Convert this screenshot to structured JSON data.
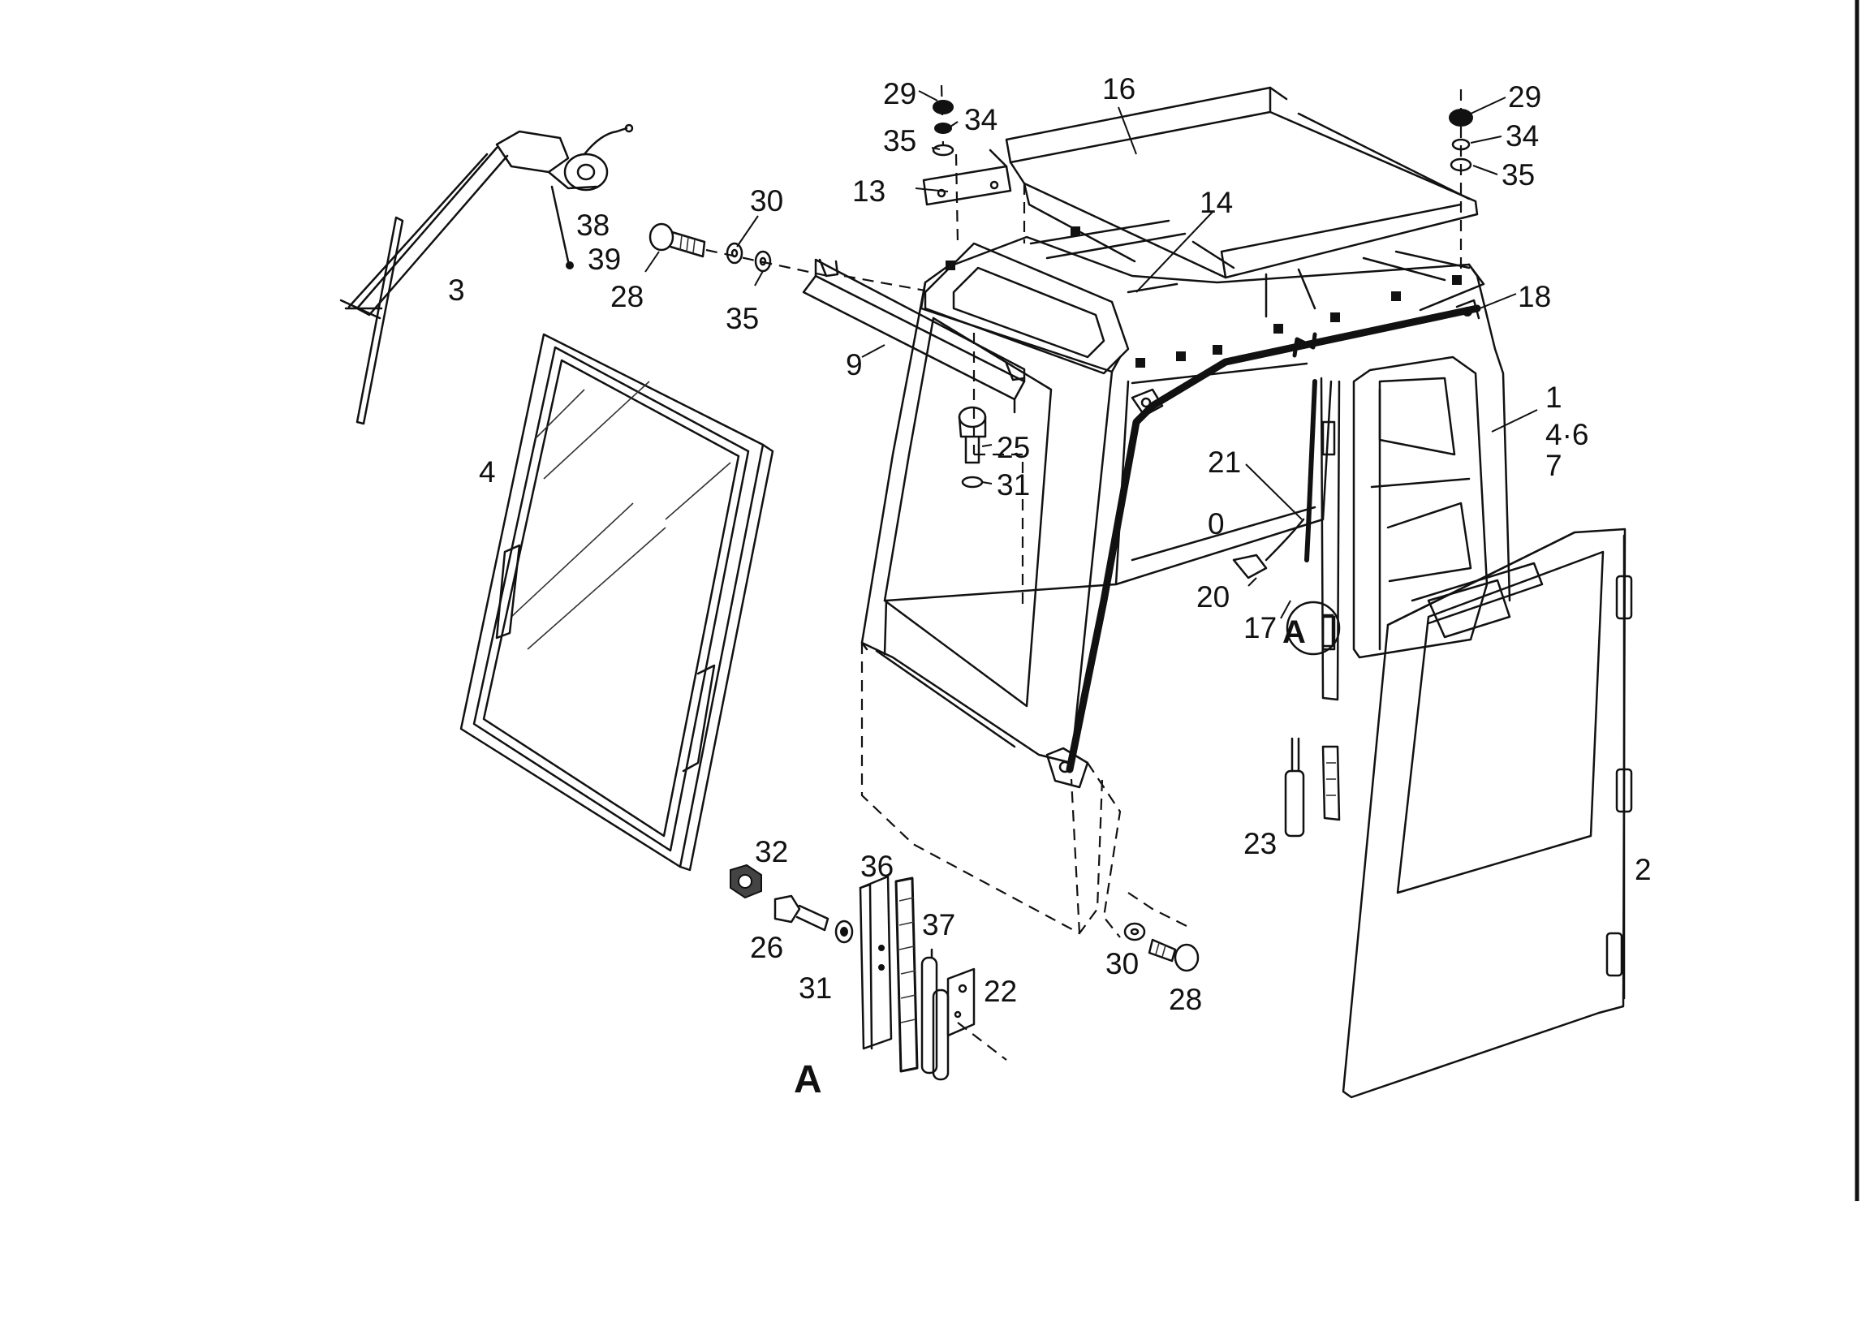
{
  "colors": {
    "ink": "#111111",
    "paper": "#ffffff"
  },
  "detail_mark": "A",
  "labels": {
    "p1": "1",
    "p2": "2",
    "p3": "3",
    "p4": "4",
    "p4_6": "4·6",
    "p7": "7",
    "p9": "9",
    "p13": "13",
    "p14": "14",
    "p16": "16",
    "p17": "17",
    "p18": "18",
    "p20": "20",
    "p21": "21",
    "p22": "22",
    "p23": "23",
    "p25": "25",
    "p26": "26",
    "p28": "28",
    "p29": "29",
    "p30": "30",
    "p31": "31",
    "p32": "32",
    "p34": "34",
    "p35": "35",
    "p36": "36",
    "p37": "37",
    "p38": "38",
    "p39": "39",
    "zero": "0"
  }
}
